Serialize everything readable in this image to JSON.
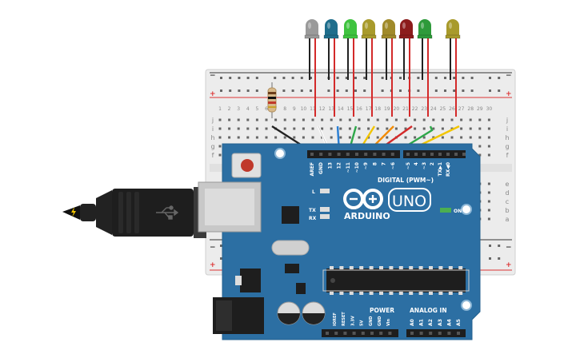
{
  "board": {
    "brand": "ARDUINO",
    "model": "UNO",
    "digital_label": "DIGITAL (PWM~)",
    "power_label": "POWER",
    "analog_label": "ANALOG IN",
    "on_label": "ON",
    "led_l": "L",
    "led_tx": "TX",
    "led_rx": "RX",
    "top_pins": [
      "AREF",
      "GND",
      "13",
      "12",
      "~11",
      "~10",
      "~9",
      "8",
      "7",
      "~6",
      "~5",
      "4",
      "~3",
      "2",
      "TX▶1",
      "RX◀0"
    ],
    "power_pins": [
      "IOREF",
      "RESET",
      "3.3V",
      "5V",
      "GND",
      "GND",
      "Vin"
    ],
    "analog_pins": [
      "A0",
      "A1",
      "A2",
      "A3",
      "A4",
      "A5"
    ]
  },
  "breadboard": {
    "row_letters_top": [
      "j",
      "i",
      "h",
      "g",
      "f"
    ],
    "row_letters_bottom": [
      "e",
      "d",
      "c",
      "b",
      "a"
    ],
    "columns": [
      "1",
      "2",
      "3",
      "4",
      "5",
      "6",
      "7",
      "8",
      "9",
      "10",
      "11",
      "12",
      "13",
      "14",
      "15",
      "16",
      "17",
      "18",
      "19",
      "20",
      "21",
      "22",
      "23",
      "24",
      "25",
      "26",
      "27",
      "28",
      "29",
      "30"
    ],
    "rail_plus": "+",
    "rail_minus": "−"
  },
  "leds": [
    {
      "color": "#9a9a9a"
    },
    {
      "color": "#1f6e8c"
    },
    {
      "color": "#3fc33f"
    },
    {
      "color": "#a89a2b"
    },
    {
      "color": "#a08a2a"
    },
    {
      "color": "#8c1c1c"
    },
    {
      "color": "#2e9a3a"
    },
    {
      "color": "#a89a2b"
    }
  ],
  "colors": {
    "board": "#2c6fa3",
    "breadboard": "#eeeeee",
    "usb": "#222222",
    "wire_gnd": "#222222"
  },
  "icons": {
    "usb_symbol": "usb-icon",
    "lightning": "lightning-icon",
    "logo": "arduino-infinity-logo"
  }
}
